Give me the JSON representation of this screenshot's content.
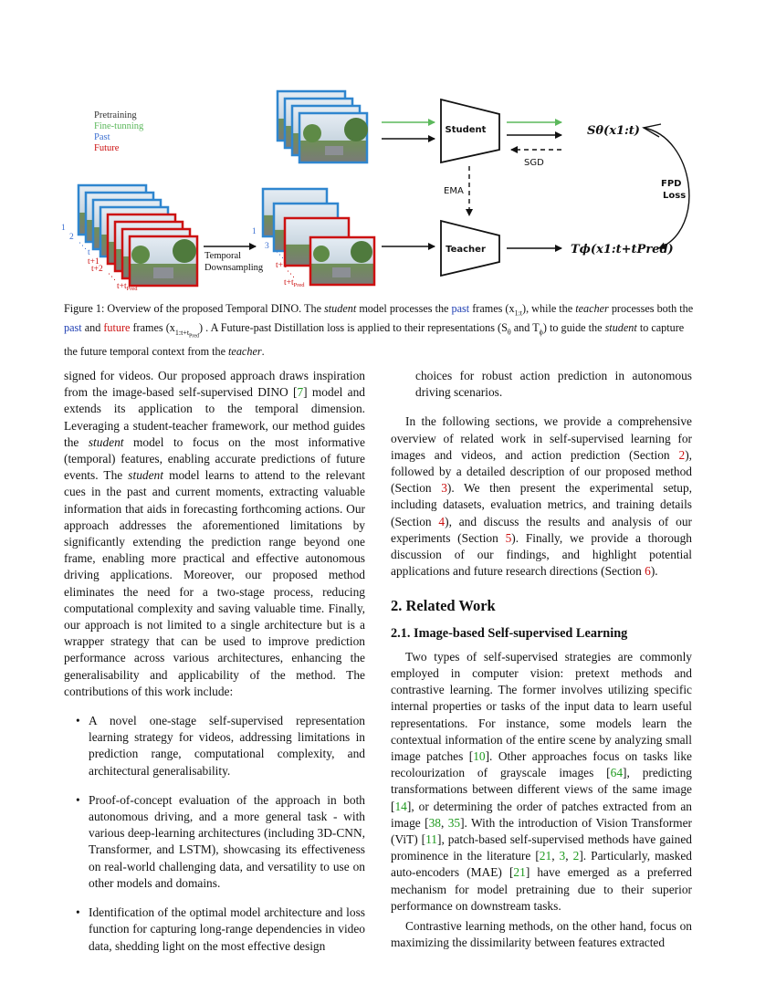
{
  "figure": {
    "legend": {
      "pretraining": "Pretraining",
      "finetuning": "Fine-tunning",
      "past": "Past",
      "future": "Future"
    },
    "frame_labels": {
      "one": "1",
      "two": "2",
      "dots": "⋱",
      "t": "t",
      "t1": "t+1",
      "t2": "t+2",
      "tp": "t+t",
      "tp_sub": "Pred",
      "three": "3"
    },
    "downsample": [
      "Temporal",
      "Downsampling"
    ],
    "student_label": "Student",
    "teacher_label": "Teacher",
    "sgd_label": "SGD",
    "ema_label": "EMA",
    "loss_label": [
      "FPD",
      "Loss"
    ],
    "s_output": "Sθ(x1:t)",
    "t_output": "Tϕ(x1:t+tPred)",
    "colors": {
      "pretraining": "#333333",
      "finetuning": "#5cb85c",
      "past": "#3b6fd1",
      "future": "#cc1111",
      "past_border": "#2f86cf",
      "future_border": "#cc1111"
    }
  },
  "caption": {
    "p1": "Figure 1: Overview of the proposed Temporal DINO. The ",
    "student": "student",
    "p2": " model processes the ",
    "past": "past",
    "p3": " frames (x",
    "p3sub": "1:t",
    "p4": "), while the ",
    "teacher": "teacher",
    "p5": " processes both the ",
    "past2": "past",
    "p6": " and ",
    "future": "future",
    "p7": " frames (x",
    "p7sub": "1:t+t",
    "p7subsub": "Pred",
    "p8": ") . A Future-past Distillation loss is applied to their representations (S",
    "p8sub": "θ",
    "p9": " and T",
    "p9sub": "ϕ",
    "p10": ") to guide the ",
    "student2": "student",
    "p11": " to capture the future temporal context from the ",
    "teacher2": "teacher",
    "p12": "."
  },
  "left": {
    "p1_a": "signed for videos. Our proposed approach draws inspiration from the image-based self-supervised DINO [",
    "p1_ref": "7",
    "p1_b": "] model and extends its application to the temporal dimension. Leveraging a student-teacher framework, our method guides the ",
    "p1_student": "student",
    "p1_c": " model to focus on the most informative (temporal) features, enabling accurate predictions of future events. The ",
    "p1_student2": "student",
    "p1_d": " model learns to attend to the relevant cues in the past and current moments, extracting valuable information that aids in forecasting forthcoming actions. Our approach addresses the aforementioned limitations by significantly extending the prediction range beyond one frame, enabling more practical and effective autonomous driving applications. Moreover, our proposed method eliminates the need for a two-stage process, reducing computational complexity and saving valuable time. Finally, our approach is not limited to a single architecture but is a wrapper strategy that can be used to improve prediction performance across various architectures, enhancing the generalisability and applicability of the method. The contributions of this work include:",
    "bullets": [
      "A novel one-stage self-supervised representation learning strategy for videos, addressing limitations in prediction range, computational complexity, and architectural generalisability.",
      "Proof-of-concept evaluation of the approach in both autonomous driving, and a more general task - with various deep-learning architectures (including 3D-CNN, Transformer, and LSTM), showcasing its effectiveness on real-world challenging data, and versatility to use on other models and domains.",
      "Identification of the optimal model architecture and loss function for capturing long-range dependencies in video data, shedding light on the most effective design"
    ]
  },
  "right": {
    "cont": "choices for robust action prediction in autonomous driving scenarios.",
    "p2_a": "In the following sections, we provide a comprehensive overview of related work in self-supervised learning for images and videos, and action prediction (Section ",
    "p2_s2": "2",
    "p2_b": "), followed by a detailed description of our proposed method (Section ",
    "p2_s3": "3",
    "p2_c": "). We then present the experimental setup, including datasets, evaluation metrics, and training details (Section ",
    "p2_s4": "4",
    "p2_d": "), and discuss the results and analysis of our experiments (Section ",
    "p2_s5": "5",
    "p2_e": "). Finally, we provide a thorough discussion of our findings, and highlight potential applications and future research directions (Section ",
    "p2_s6": "6",
    "p2_f": ").",
    "h2": "2. Related Work",
    "h3": "2.1. Image-based Self-supervised Learning",
    "p3_a": "Two types of self-supervised strategies are commonly employed in computer vision: pretext methods and contrastive learning. The former involves utilizing specific internal properties or tasks of the input data to learn useful representations. For instance, some models learn the contextual information of the entire scene by analyzing small image patches [",
    "r10": "10",
    "p3_b": "]. Other approaches focus on tasks like recolourization of grayscale images [",
    "r64": "64",
    "p3_c": "], predicting transformations between different views of the same image [",
    "r14": "14",
    "p3_d": "], or determining the order of patches extracted from an image [",
    "r38": "38",
    "comma1": ", ",
    "r35": "35",
    "p3_e": "]. With the introduction of Vision Transformer (ViT) [",
    "r11": "11",
    "p3_f": "], patch-based self-supervised methods have gained prominence in the literature [",
    "r21": "21",
    "comma2": ", ",
    "r3": "3",
    "comma3": ", ",
    "r2": "2",
    "p3_g": "]. Particularly, masked auto-encoders (MAE) [",
    "r21b": "21",
    "p3_h": "] have emerged as a preferred mechanism for model pretraining due to their superior performance on downstream tasks.",
    "p4": "Contrastive learning methods, on the other hand, focus on maximizing the dissimilarity between features extracted"
  }
}
